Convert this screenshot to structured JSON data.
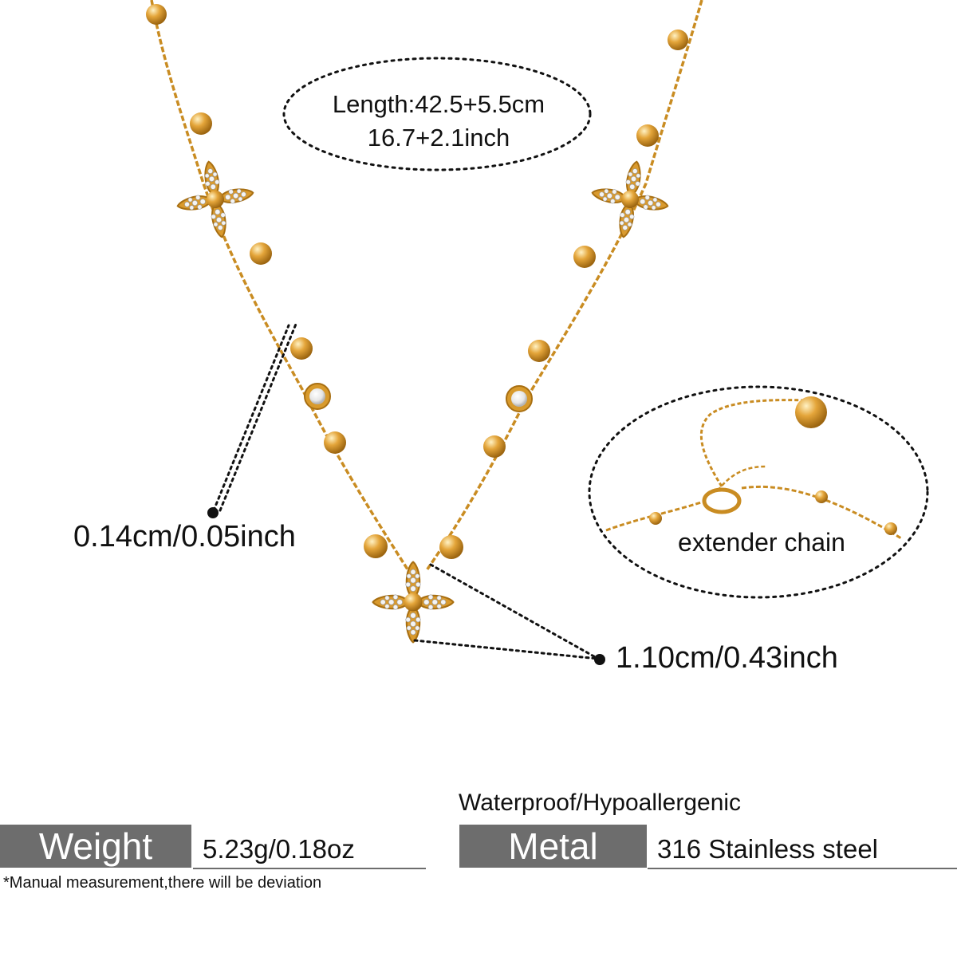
{
  "product": {
    "length_line1": "Length:42.5+5.5cm",
    "length_line2": "16.7+2.1inch",
    "chain_thickness": "0.14cm/0.05inch",
    "flower_size": "1.10cm/0.43inch",
    "extender_label": "extender chain",
    "tagline": "Waterproof/Hypoallergenic",
    "note": "*Manual measurement,there will be deviation"
  },
  "specs": {
    "weight_label": "Weight",
    "weight_value": "5.23g/0.18oz",
    "metal_label": "Metal",
    "metal_value": "316 Stainless steel"
  },
  "colors": {
    "gold": "#e0a336",
    "gold_dark": "#b87a17",
    "label_box": "#6d6d6d"
  }
}
